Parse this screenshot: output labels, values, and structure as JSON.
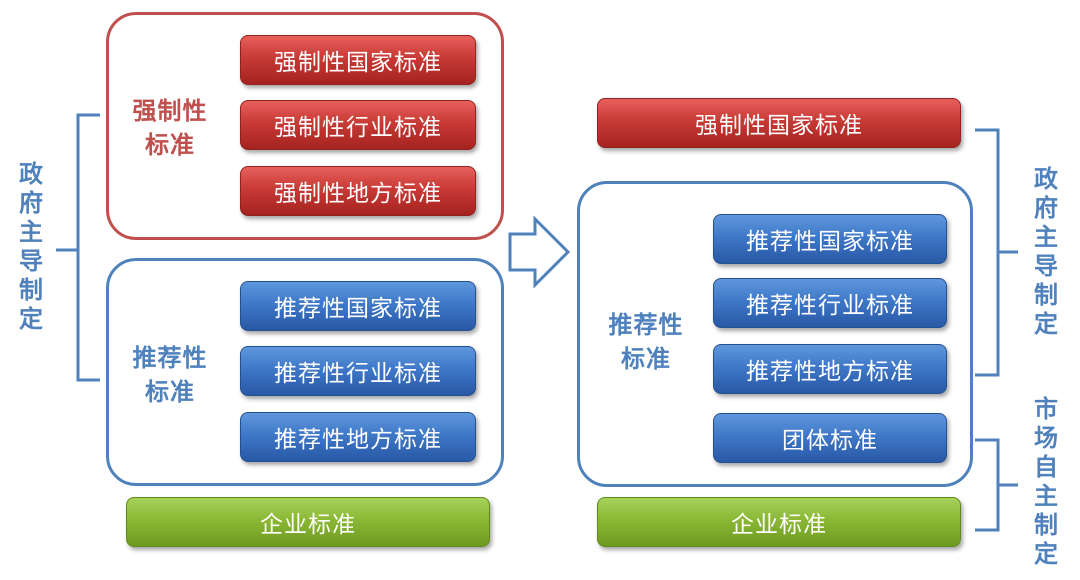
{
  "left": {
    "side_label": "政府主导制定",
    "mandatory_group": {
      "label": "强制性\n标准",
      "items": [
        "强制性国家标准",
        "强制性行业标准",
        "强制性地方标准"
      ]
    },
    "recommended_group": {
      "label": "推荐性\n标准",
      "items": [
        "推荐性国家标准",
        "推荐性行业标准",
        "推荐性地方标准"
      ]
    },
    "enterprise": "企业标准"
  },
  "right": {
    "mandatory": "强制性国家标准",
    "side_label_gov": "政府主导制定",
    "side_label_market": "市场自主制定",
    "recommended_group": {
      "label": "推荐性\n标准",
      "items": [
        "推荐性国家标准",
        "推荐性行业标准",
        "推荐性地方标准",
        "团体标准"
      ]
    },
    "enterprise": "企业标准"
  },
  "colors": {
    "red": "#c0504d",
    "blue": "#4f81bd",
    "green": "#8ab834"
  }
}
